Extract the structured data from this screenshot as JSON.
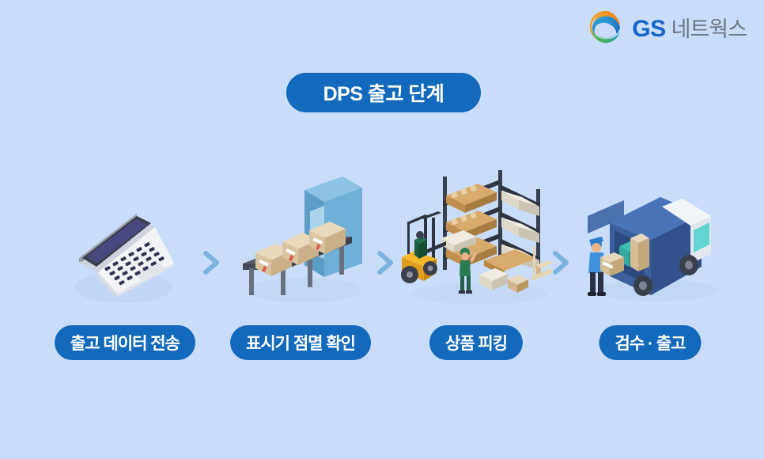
{
  "brand": {
    "logo_icon": "gs-swirl-logo",
    "name_latin": "GS",
    "name_korean": "네트웍스",
    "colors": {
      "gs_blue": "#1565c8",
      "korean_gray": "#6f7681",
      "swirl_orange": "#f08a22",
      "swirl_blue": "#1e7fc4",
      "swirl_green": "#5fb84a"
    }
  },
  "header": {
    "title": "DPS 출고 단계",
    "badge_color": "#1369bb",
    "text_color": "#ffffff"
  },
  "page": {
    "background_color": "#c9ddfa",
    "accent_color": "#1369bb",
    "arrow_color": "#7cb3e0"
  },
  "flow": {
    "arrow_icon": "chevron-right-icon",
    "steps": [
      {
        "index": 1,
        "label": "출고 데이터 전송",
        "art_icon": "laptop-icon",
        "art_description": "isometric laptop with dark purple screen"
      },
      {
        "index": 2,
        "label": "표시기 점멸 확인",
        "art_icon": "conveyor-scanner-icon",
        "art_description": "conveyor belt with three cardboard boxes passing through blue scanner arch"
      },
      {
        "index": 3,
        "label": "상품 피킹",
        "art_icon": "warehouse-forklift-icon",
        "art_description": "warehouse racks with yellow forklift and worker picking goods"
      },
      {
        "index": 4,
        "label": "검수 · 출고",
        "art_icon": "delivery-truck-icon",
        "art_description": "blue delivery truck with worker loading a box"
      }
    ]
  }
}
